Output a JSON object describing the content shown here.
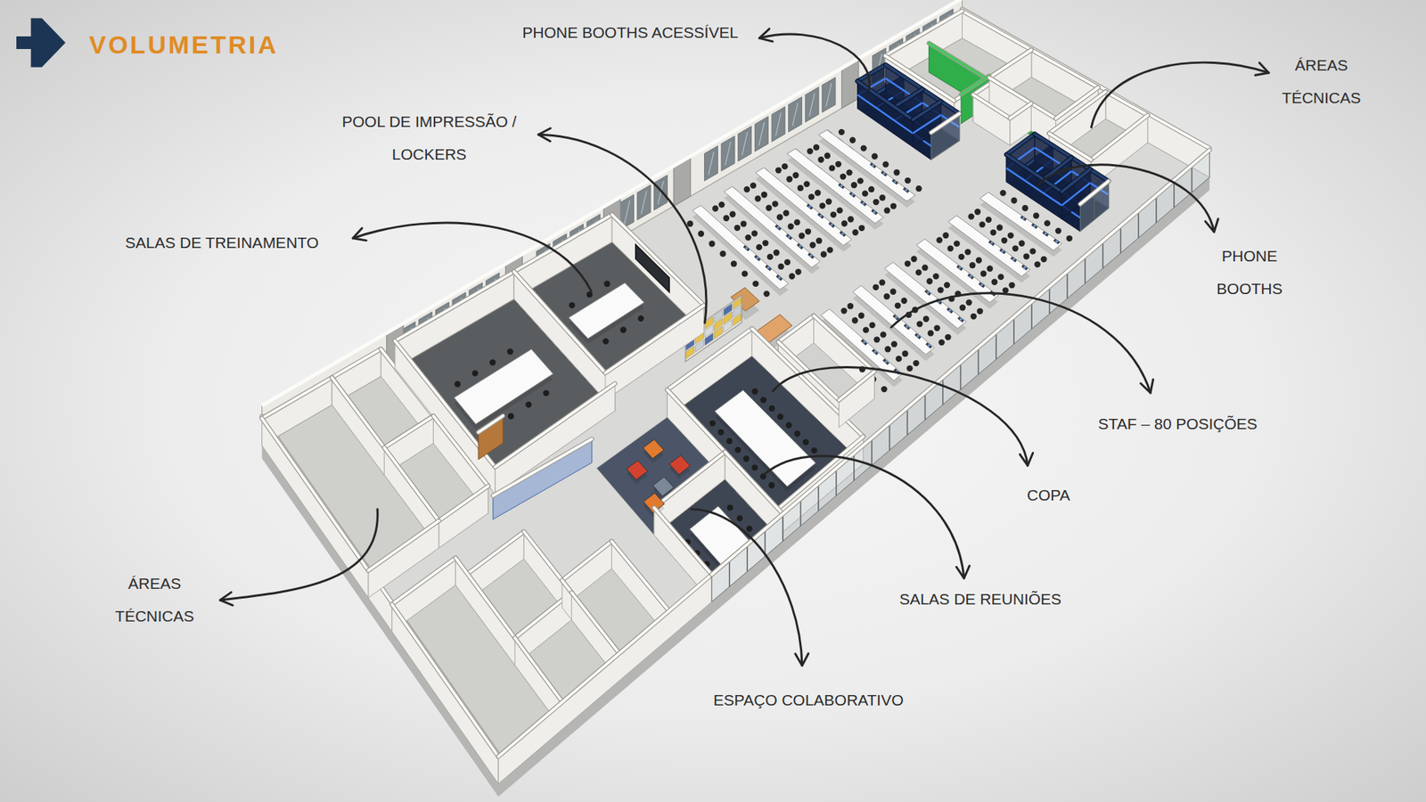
{
  "diagram": {
    "title": "VOLUMETRIA",
    "labels": [
      "PHONE BOOTHS ACESSÍVEL",
      "ÁREAS TÉCNICAS",
      "POOL DE IMPRESSÃO / LOCKERS",
      "SALAS DE TREINAMENTO",
      "PHONE BOOTHS",
      "STAF – 80 POSIÇÕES",
      "COPA",
      "SALAS DE REUNIÕES",
      "ESPAÇO COLABORATIVO",
      "ÁREAS TÉCNICAS"
    ]
  }
}
